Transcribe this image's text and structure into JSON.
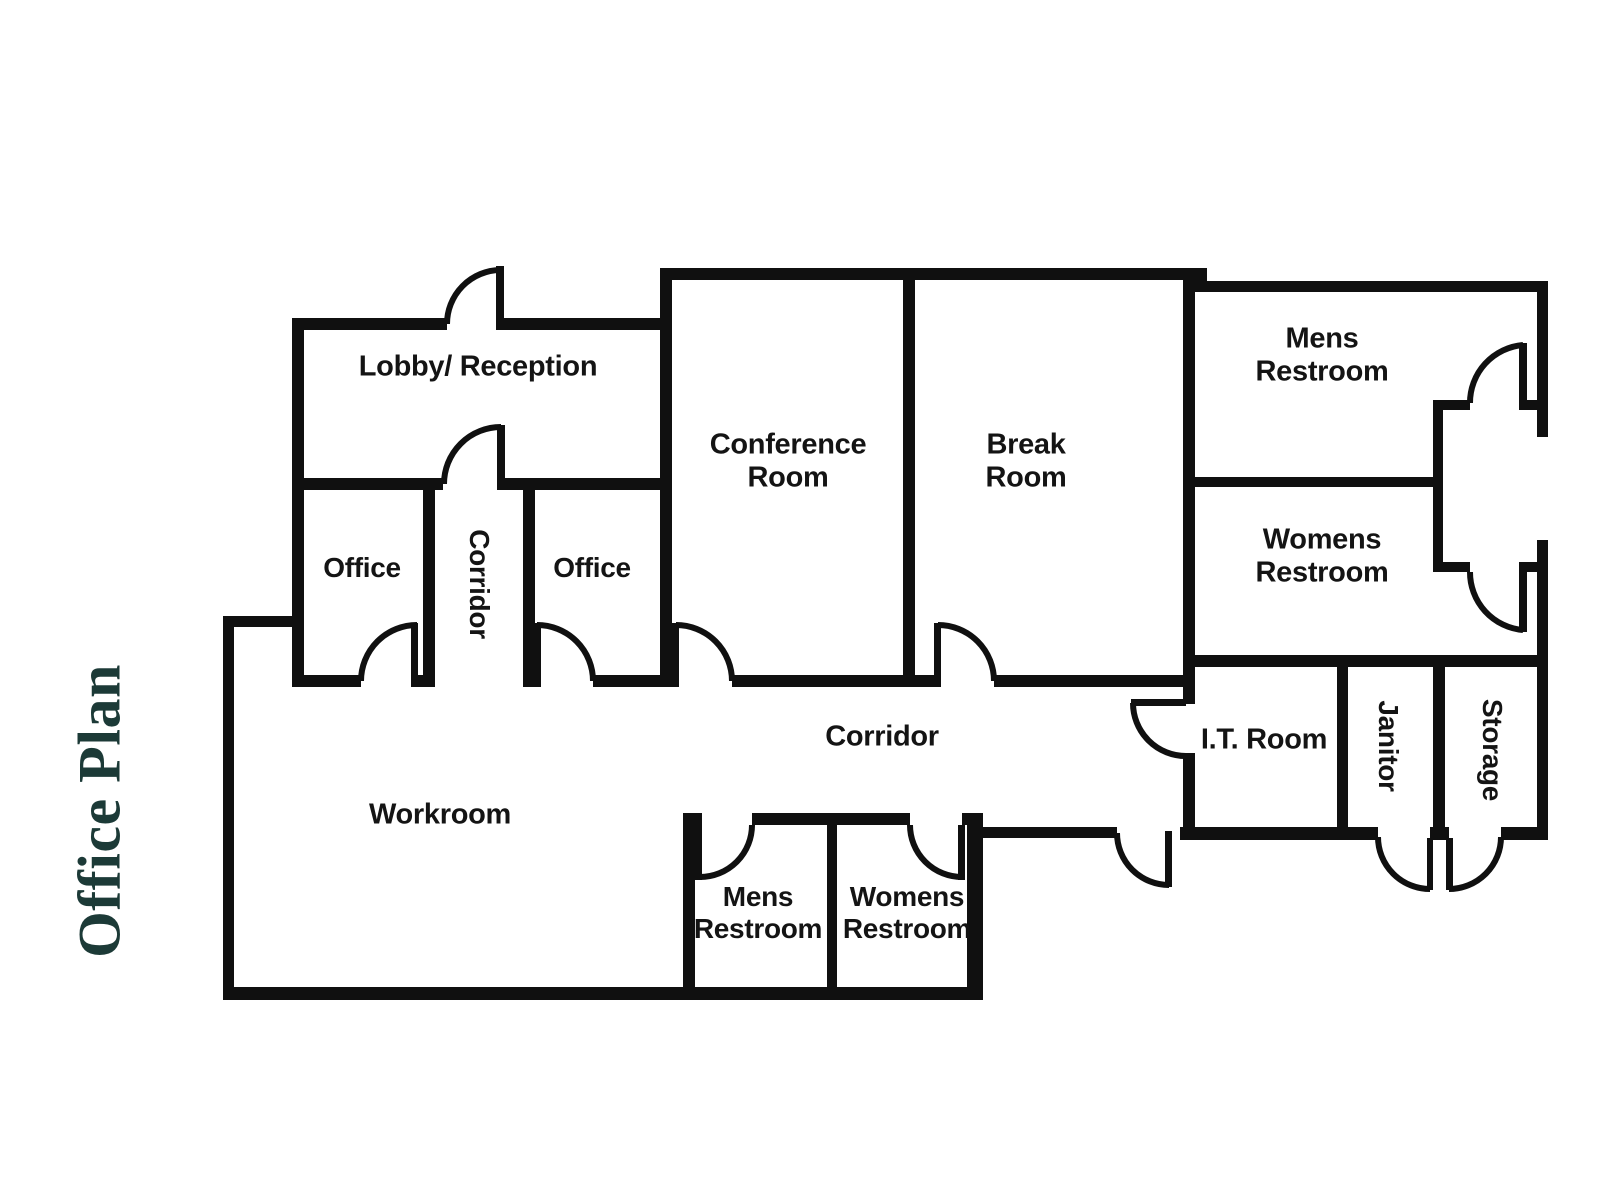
{
  "page": {
    "background_color": "#ffffff",
    "wall_color": "#101010",
    "label_color": "#141414"
  },
  "title": {
    "text": "Office Plan",
    "color": "#1c3a37"
  },
  "rooms": {
    "lobby": {
      "label": "Lobby/ Reception"
    },
    "conference": {
      "label": "Conference\nRoom"
    },
    "break_room": {
      "label": "Break\nRoom"
    },
    "mens_restroom_top": {
      "label": "Mens\nRestroom"
    },
    "womens_restroom_top": {
      "label": "Womens\nRestroom"
    },
    "office_left": {
      "label": "Office"
    },
    "office_right": {
      "label": "Office"
    },
    "corridor_vertical": {
      "label": "Corridor"
    },
    "workroom": {
      "label": "Workroom"
    },
    "corridor_main": {
      "label": "Corridor"
    },
    "it_room": {
      "label": "I.T. Room"
    },
    "janitor": {
      "label": "Janitor"
    },
    "storage": {
      "label": "Storage"
    },
    "mens_restroom_bottom": {
      "label": "Mens\nRestroom"
    },
    "womens_restroom_bottom": {
      "label": "Womens\nRestroom"
    }
  }
}
